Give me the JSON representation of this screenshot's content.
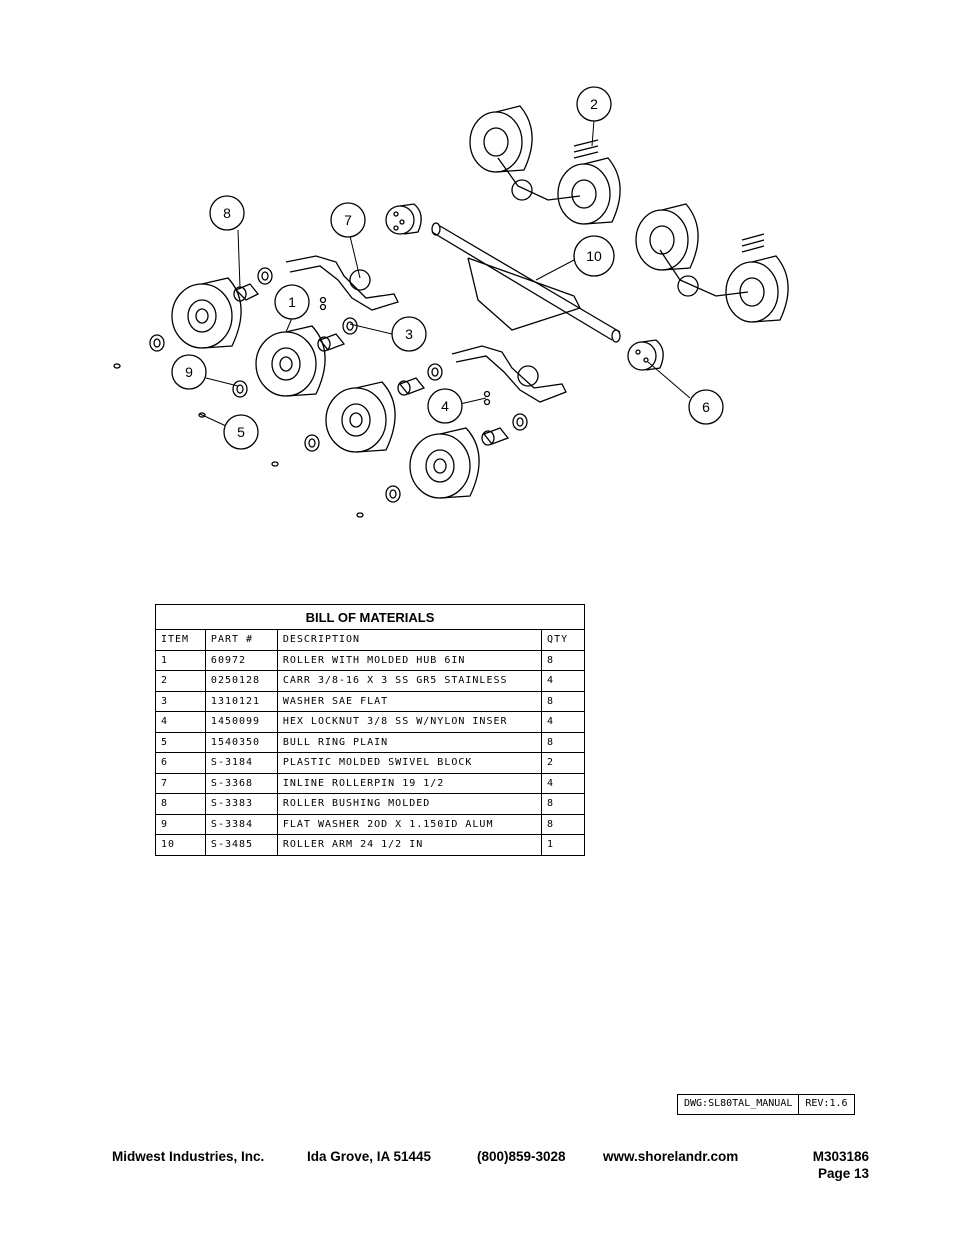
{
  "callouts": [
    "1",
    "2",
    "3",
    "4",
    "5",
    "6",
    "7",
    "8",
    "9",
    "10"
  ],
  "bom": {
    "title": "BILL OF MATERIALS",
    "headers": [
      "ITEM",
      "PART #",
      "DESCRIPTION",
      "QTY"
    ],
    "rows": [
      [
        "1",
        "60972",
        "ROLLER WITH MOLDED HUB  6IN",
        "8"
      ],
      [
        "2",
        "0250128",
        "CARR 3/8-16 X 3 SS GR5 STAINLESS",
        "4"
      ],
      [
        "3",
        "1310121",
        "WASHER SAE FLAT",
        "8"
      ],
      [
        "4",
        "1450099",
        "HEX LOCKNUT 3/8 SS W/NYLON INSER",
        "4"
      ],
      [
        "5",
        "1540350",
        "BULL RING PLAIN",
        "8"
      ],
      [
        "6",
        "S-3184",
        "PLASTIC MOLDED SWIVEL BLOCK",
        "2"
      ],
      [
        "7",
        "S-3368",
        "INLINE ROLLERPIN 19 1/2",
        "4"
      ],
      [
        "8",
        "S-3383",
        "ROLLER BUSHING MOLDED",
        "8"
      ],
      [
        "9",
        "S-3384",
        "FLAT WASHER  2OD X 1.150ID  ALUM",
        "8"
      ],
      [
        "10",
        "S-3485",
        "ROLLER ARM   24 1/2 IN",
        "1"
      ]
    ]
  },
  "title_block": {
    "drawing": "DWG:SL80TAL_MANUAL",
    "revision": "REV:1.6"
  },
  "footer": {
    "company": "Midwest Industries, Inc.",
    "city": "Ida Grove, IA  51445",
    "phone": "(800)859-3028",
    "website": "www.shorelandr.com",
    "doc_number": "M303186",
    "page": "Page 13"
  }
}
